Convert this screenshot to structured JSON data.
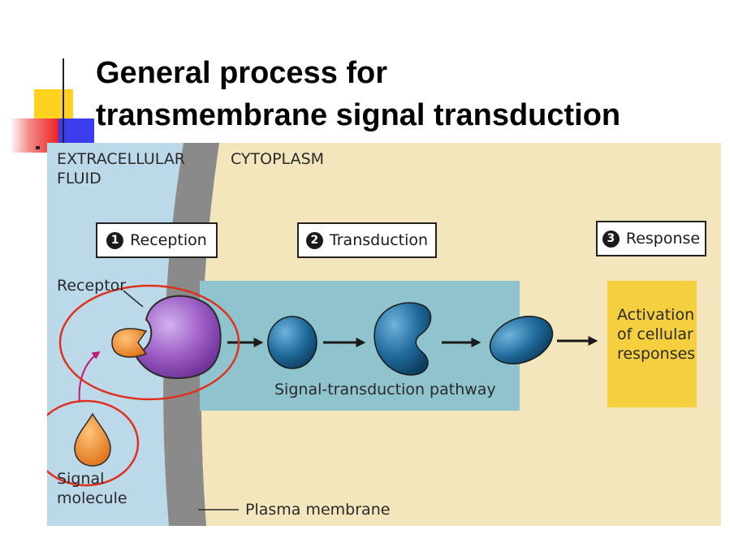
{
  "slide": {
    "title_line1": "General process for",
    "title_line2": "transmembrane signal transduction"
  },
  "diagram": {
    "extracellular_label": [
      "EXTRACELLULAR",
      "FLUID"
    ],
    "cytoplasm_label": "CYTOPLASM",
    "steps": [
      {
        "number": "1",
        "label": "Reception"
      },
      {
        "number": "2",
        "label": "Transduction"
      },
      {
        "number": "3",
        "label": "Response"
      }
    ],
    "receptor_label": "Receptor",
    "pathway_label": "Signal-transduction pathway",
    "response_text": [
      "Activation",
      "of cellular",
      "responses"
    ],
    "signal_label": [
      "Signal",
      "molecule"
    ],
    "membrane_label": "Plasma membrane"
  },
  "colors": {
    "extracellular_fluid": "#bcd9ea",
    "cytoplasm": "#f3e5bc",
    "membrane": "#8a8a8a",
    "pathway_band": "#8fc3cd",
    "response_box": "#f6cf3e",
    "receptor": "#9e5fc6",
    "signal_molecule": "#f08a24",
    "relay_protein": "#1f6a9a",
    "highlight_circle": "#e0301e"
  }
}
